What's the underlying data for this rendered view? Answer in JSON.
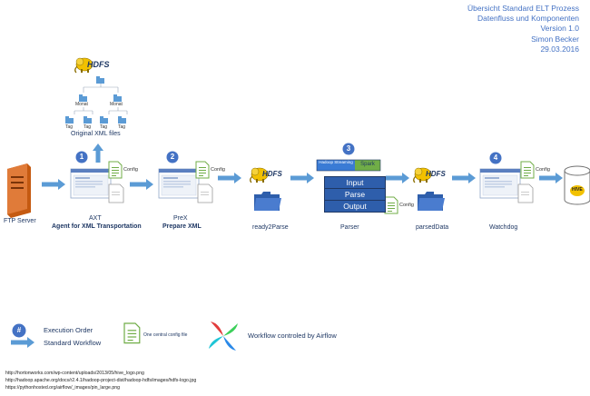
{
  "header": {
    "line1": "Übersicht Standard ELT Prozess",
    "line2": "Datenfluss und Komponenten",
    "line3": "Version 1.0",
    "line4": "Simon Becker",
    "line5": "29.03.2016"
  },
  "hdfs_label": "HDFS",
  "tree": {
    "caption": "Original XML files",
    "month_label": "Monat",
    "day_label": "Tag"
  },
  "steps": {
    "ftp": "FTP Server",
    "axt_title": "AXT",
    "axt_sub": "Agent for XML Transportation",
    "prex_title": "PreX",
    "prex_sub": "Prepare XML",
    "ready": "ready2Parse",
    "parser": "Parser",
    "parsed": "parsedData",
    "watchdog": "Watchdog"
  },
  "numbers": {
    "n1": "1",
    "n2": "2",
    "n3": "3",
    "n4": "4"
  },
  "config_label": "Config",
  "parser_stack": {
    "hadoop": "Hadoop Streaming",
    "spark": "Spark",
    "input": "Input",
    "parse": "Parse",
    "output": "Output"
  },
  "legend": {
    "hash": "#",
    "execution_order": "Execution Order",
    "standard_workflow": "Standard Workflow",
    "config_file": "One central config file",
    "airflow": "Workflow controled by Airflow"
  },
  "references": [
    "http://hortonworks.com/wp-content/uploads/2013/05/hive_logo.png",
    "http://hadoop.apache.org/docs/r2.4.1/hadoop-project-dist/hadoop-hdfs/images/hdfs-logo.jpg",
    "https://pythonhosted.org/airflow/_images/pin_large.png"
  ],
  "hive_label": "HIVE",
  "colors": {
    "arrow": "#5b9bd5",
    "circle": "#4472c4",
    "text": "#1f3864",
    "config_green": "#70ad47",
    "hdfs_yellow": "#f2c100",
    "ftp_orange": "#c55a11"
  }
}
